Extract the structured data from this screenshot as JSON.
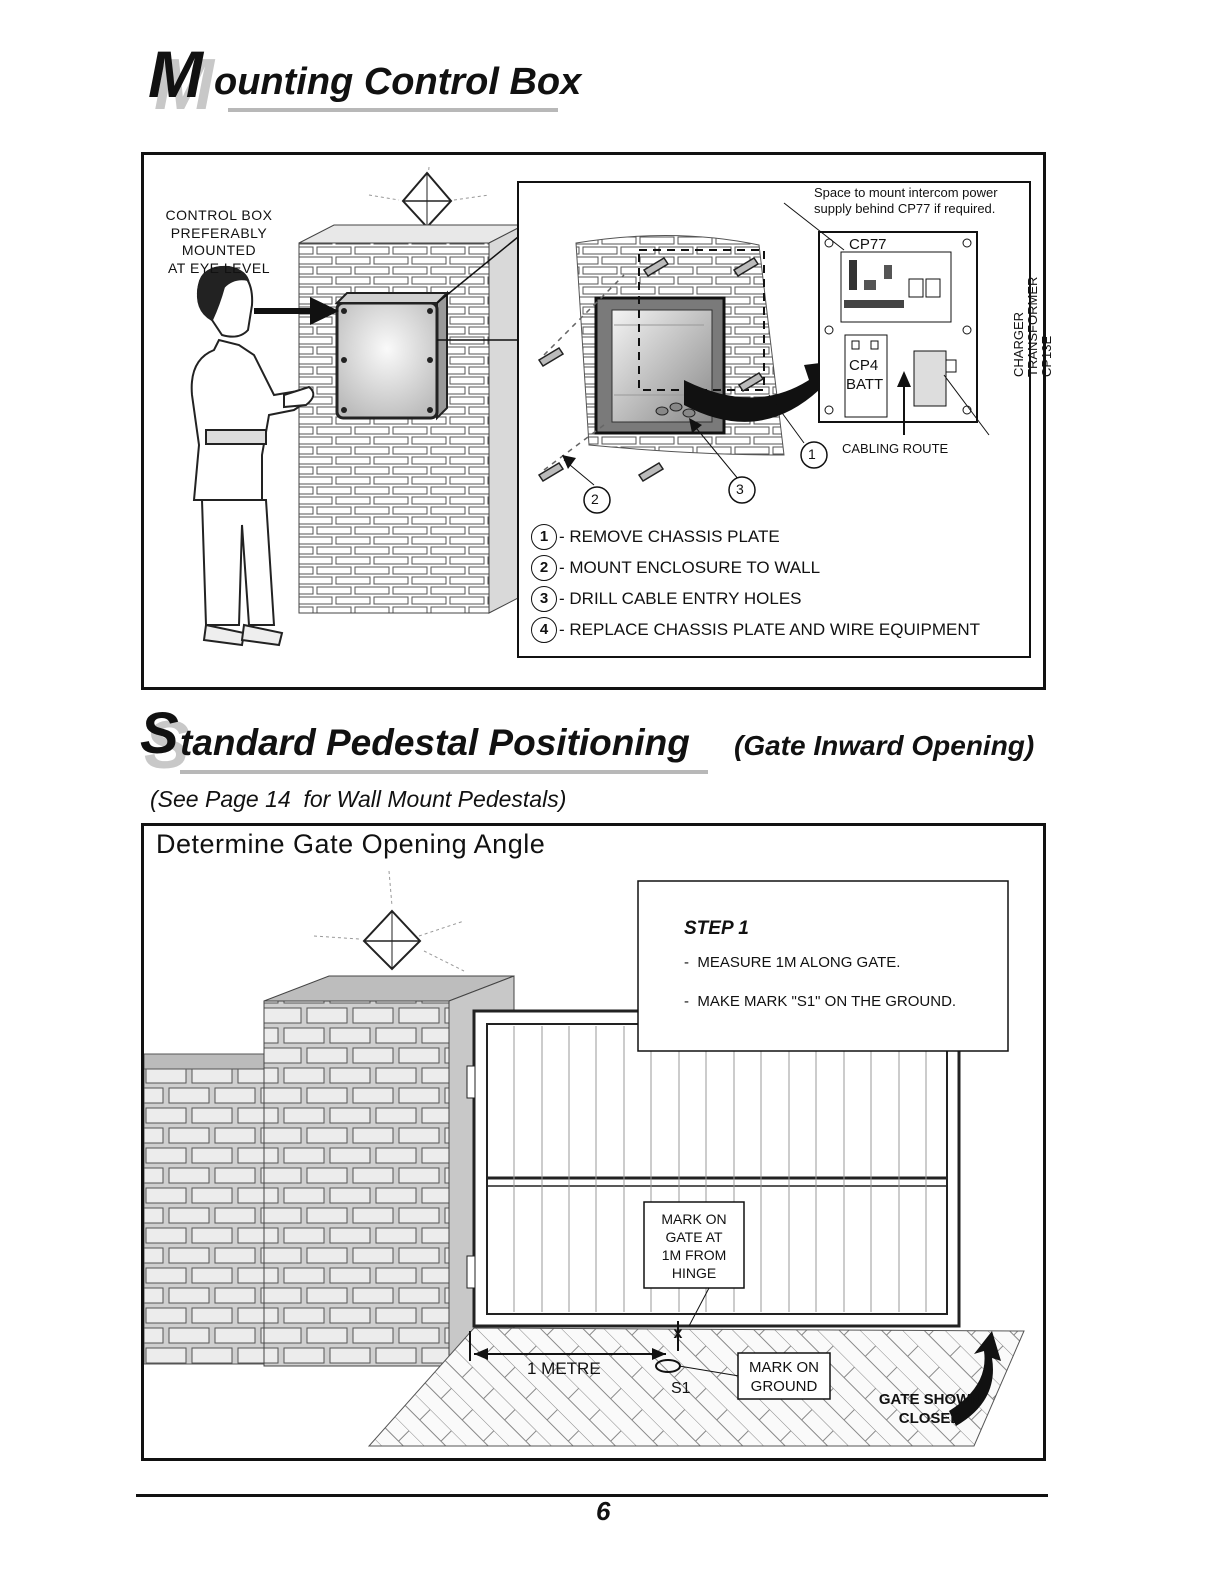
{
  "section1": {
    "title_initial": "M",
    "title_rest": "ounting Control Box"
  },
  "figure1": {
    "control_box_note": [
      "CONTROL BOX",
      "PREFERABLY",
      "MOUNTED",
      "AT EYE LEVEL"
    ],
    "intercom_note": [
      "Space to mount intercom power",
      "supply behind CP77 if required."
    ],
    "cp77_label": "CP77",
    "cp4_label": "CP4",
    "batt_label": "BATT",
    "transformer_label": [
      "CHARGER",
      "TRANSFORMER",
      "CP13E"
    ],
    "cabling_route_label": "CABLING ROUTE",
    "callouts": [
      "1",
      "2",
      "3"
    ],
    "steps": [
      {
        "num": "1",
        "text": "- REMOVE CHASSIS PLATE"
      },
      {
        "num": "2",
        "text": "- MOUNT ENCLOSURE TO WALL"
      },
      {
        "num": "3",
        "text": "- DRILL CABLE ENTRY HOLES"
      },
      {
        "num": "4",
        "text": "- REPLACE CHASSIS PLATE AND WIRE EQUIPMENT"
      }
    ]
  },
  "section2": {
    "title_initial": "S",
    "title_rest": "tandard Pedestal Positioning",
    "title_suffix": "(Gate Inward Opening)",
    "subtitle": "(See Page 14  for Wall Mount Pedestals)"
  },
  "figure2": {
    "heading": "Determine Gate Opening Angle",
    "step_title": "STEP 1",
    "step_items": [
      "-  MEASURE 1M ALONG GATE.",
      "-  MAKE MARK \"S1\" ON THE GROUND."
    ],
    "gate_mark_note": [
      "MARK ON",
      "GATE AT",
      "1M FROM",
      "HINGE"
    ],
    "metre_label": "1 METRE",
    "s1_label": "S1",
    "ground_mark_note": [
      "MARK ON",
      "GROUND"
    ],
    "gate_shown": [
      "GATE SHOWN",
      "CLOSED"
    ]
  },
  "page_number": "6"
}
